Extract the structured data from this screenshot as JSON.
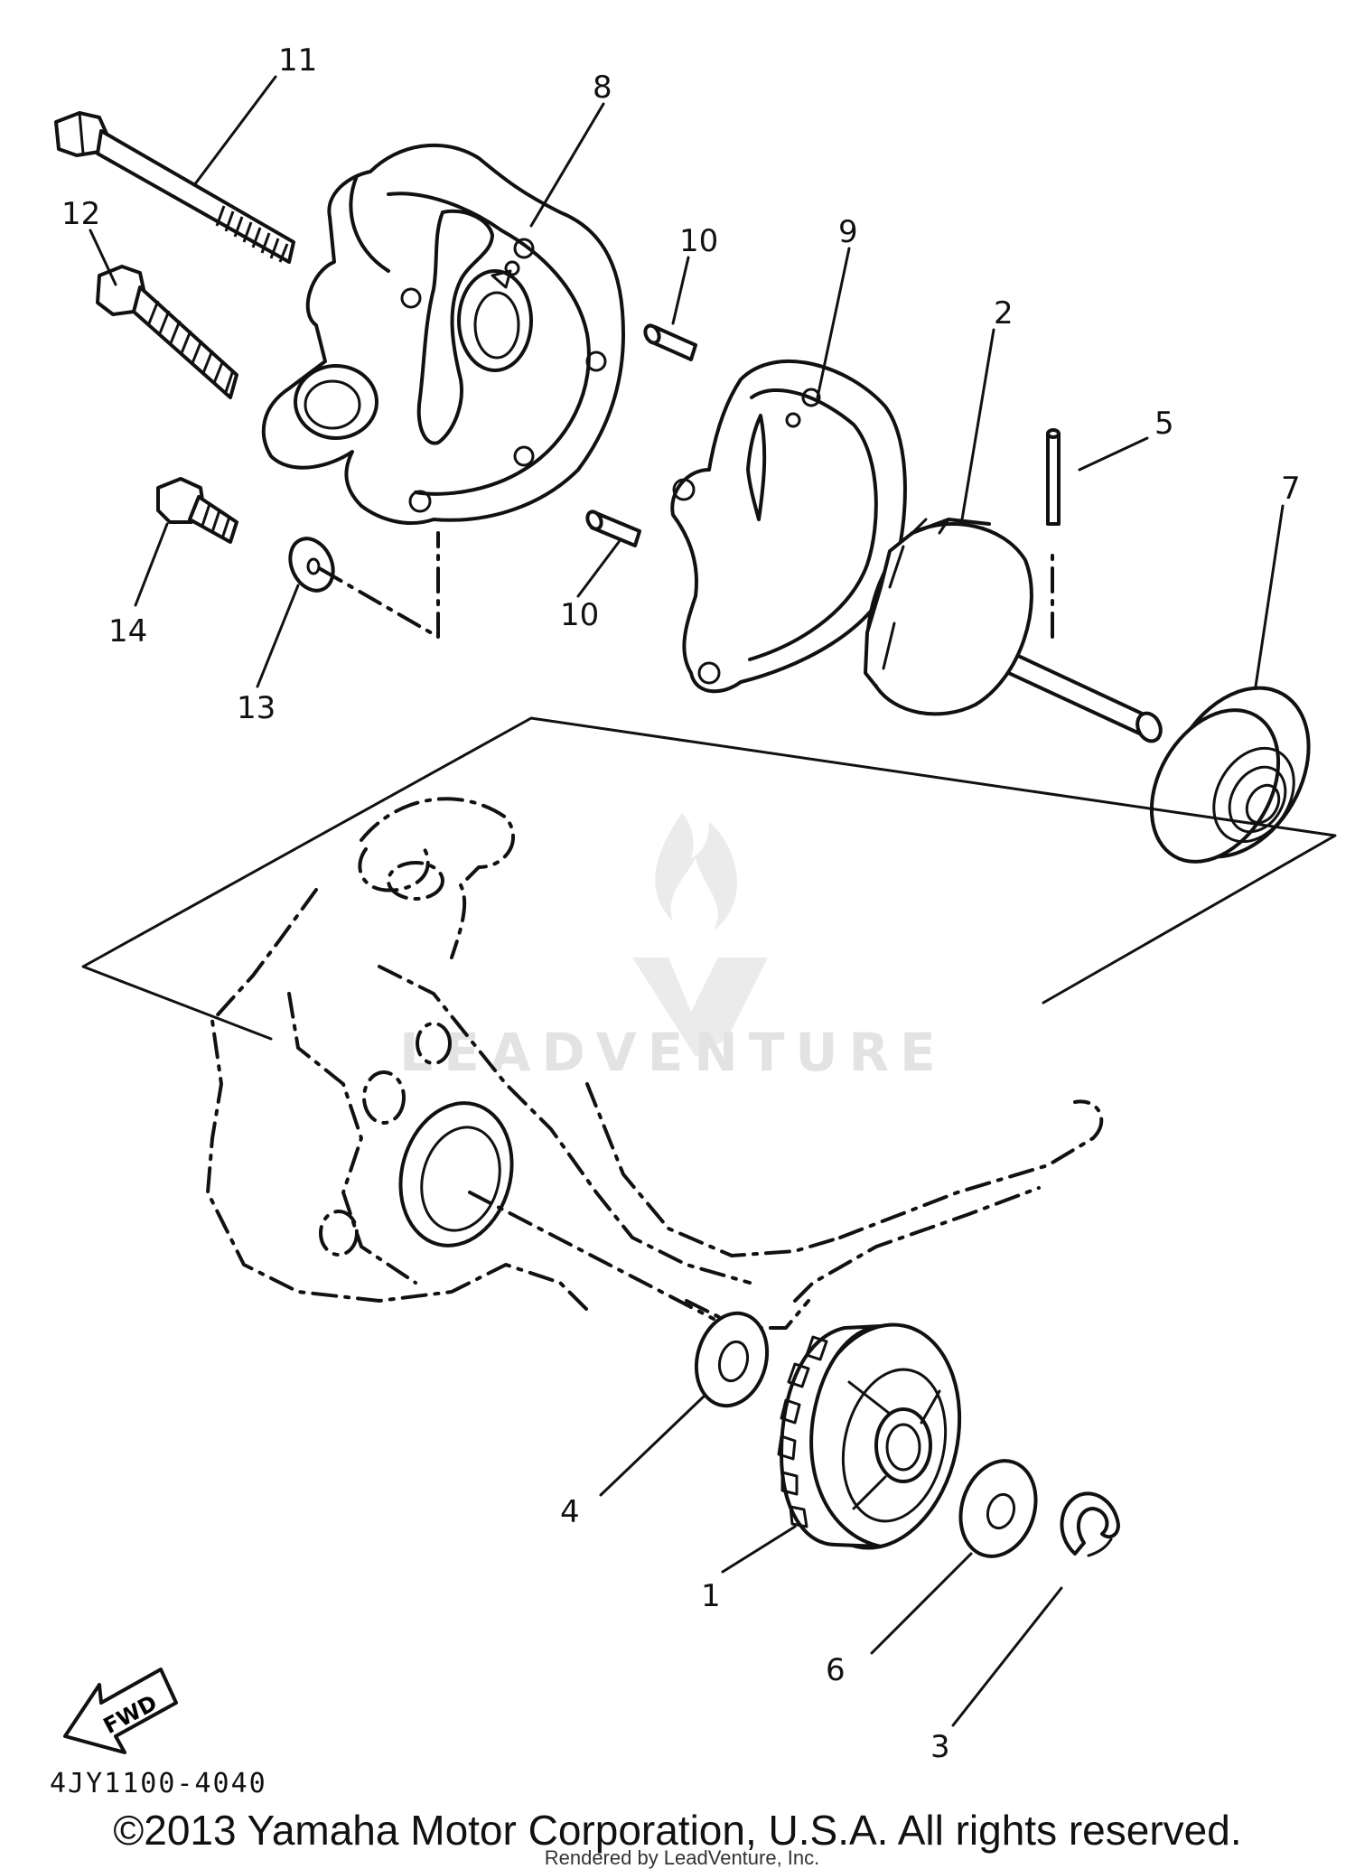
{
  "diagram": {
    "callouts": [
      {
        "id": "11",
        "label": "11"
      },
      {
        "id": "8",
        "label": "8"
      },
      {
        "id": "12",
        "label": "12"
      },
      {
        "id": "10a",
        "label": "10"
      },
      {
        "id": "9",
        "label": "9"
      },
      {
        "id": "2",
        "label": "2"
      },
      {
        "id": "5",
        "label": "5"
      },
      {
        "id": "7",
        "label": "7"
      },
      {
        "id": "10b",
        "label": "10"
      },
      {
        "id": "14",
        "label": "14"
      },
      {
        "id": "13",
        "label": "13"
      },
      {
        "id": "4",
        "label": "4"
      },
      {
        "id": "1",
        "label": "1"
      },
      {
        "id": "6",
        "label": "6"
      },
      {
        "id": "3",
        "label": "3"
      }
    ],
    "fwd_label": "FWD",
    "diagram_code": "4JY1100-4040",
    "watermark": "LEADVENTURE",
    "copyright": "©2013 Yamaha Motor Corporation, U.S.A. All rights reserved.",
    "rendered_by": "Rendered by LeadVenture, Inc."
  }
}
